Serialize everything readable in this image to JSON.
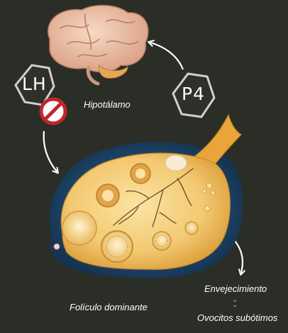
{
  "labels": {
    "hypothalamus": "Hipotálamo",
    "dominant_follicle": "Folículo dominante",
    "aging": "Envejecimiento",
    "suboptimal_oocytes": "Ovocitos subótimos"
  },
  "hormones": {
    "lh": "LH",
    "p4": "P4"
  },
  "icons": {
    "brain": "brain-icon",
    "blocked": "prohibited-icon",
    "ovary": "ovary-illustration",
    "arrow": "curved-arrow-icon",
    "chevron": "double-chevron-down-icon"
  },
  "colors": {
    "background": "#2b2e27",
    "hexagon_border": "#cfcfcf",
    "hexagon_fill": "#2e302a",
    "prohibited": "#c0262d",
    "ovary_fill": "#f3c972",
    "shadow_blue": "#1f5a8c",
    "chevron": "#b9b35a"
  }
}
